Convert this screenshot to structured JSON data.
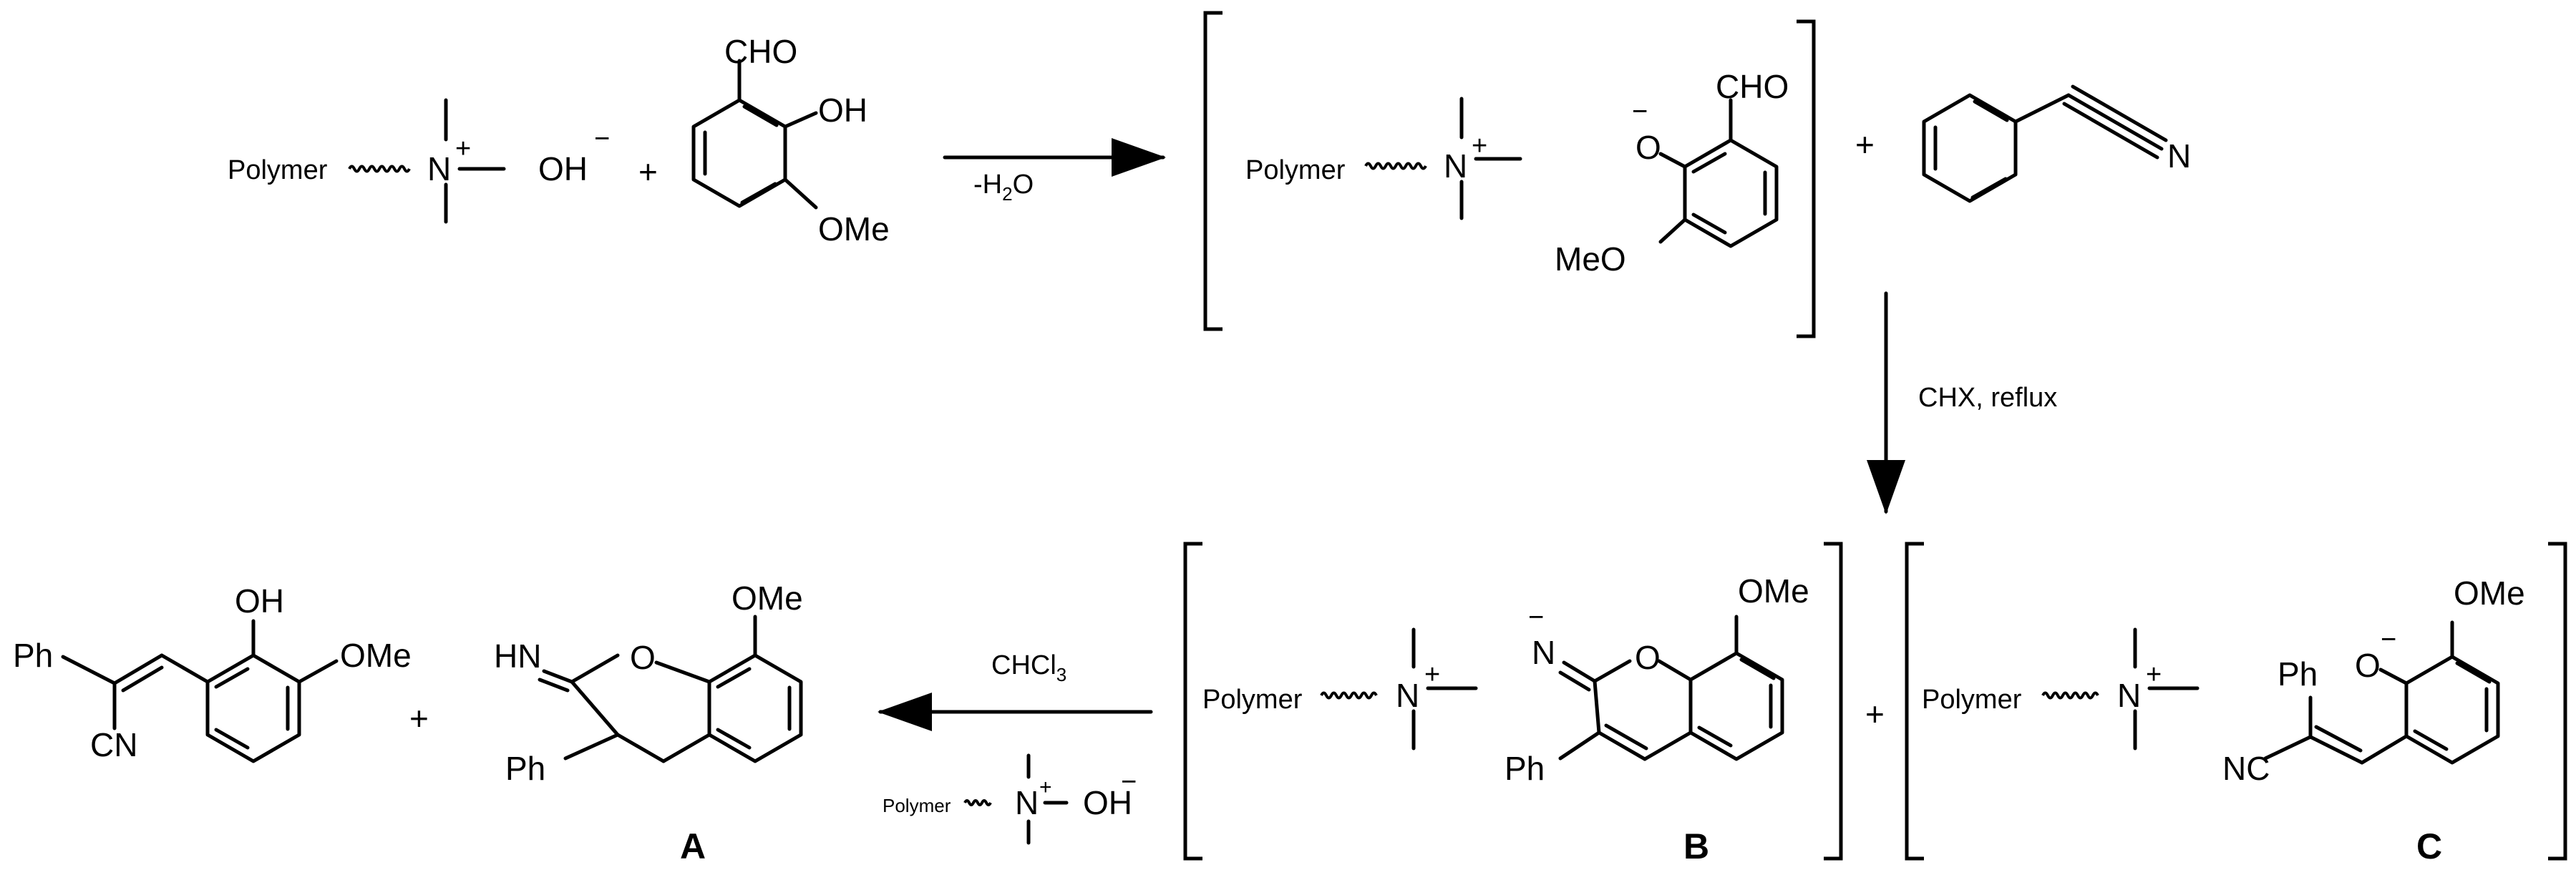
{
  "labels": {
    "polymer": "Polymer",
    "n": "N",
    "plus": "+",
    "minus": "−",
    "oh": "OH",
    "o": "O",
    "cho": "CHO",
    "ome": "OMe",
    "meo": "MeO",
    "ph": "Ph",
    "cn": "CN",
    "nc": "NC",
    "hn": "HN",
    "n_imine": "N"
  },
  "reagents": {
    "step1_water": "-H",
    "step1_water_sub": "2",
    "step1_water_end": "O",
    "step2": "CHX, reflux",
    "step3": "CHCl",
    "step3_sub": "3"
  },
  "compounds": {
    "A": "A",
    "B": "B",
    "C": "C"
  }
}
